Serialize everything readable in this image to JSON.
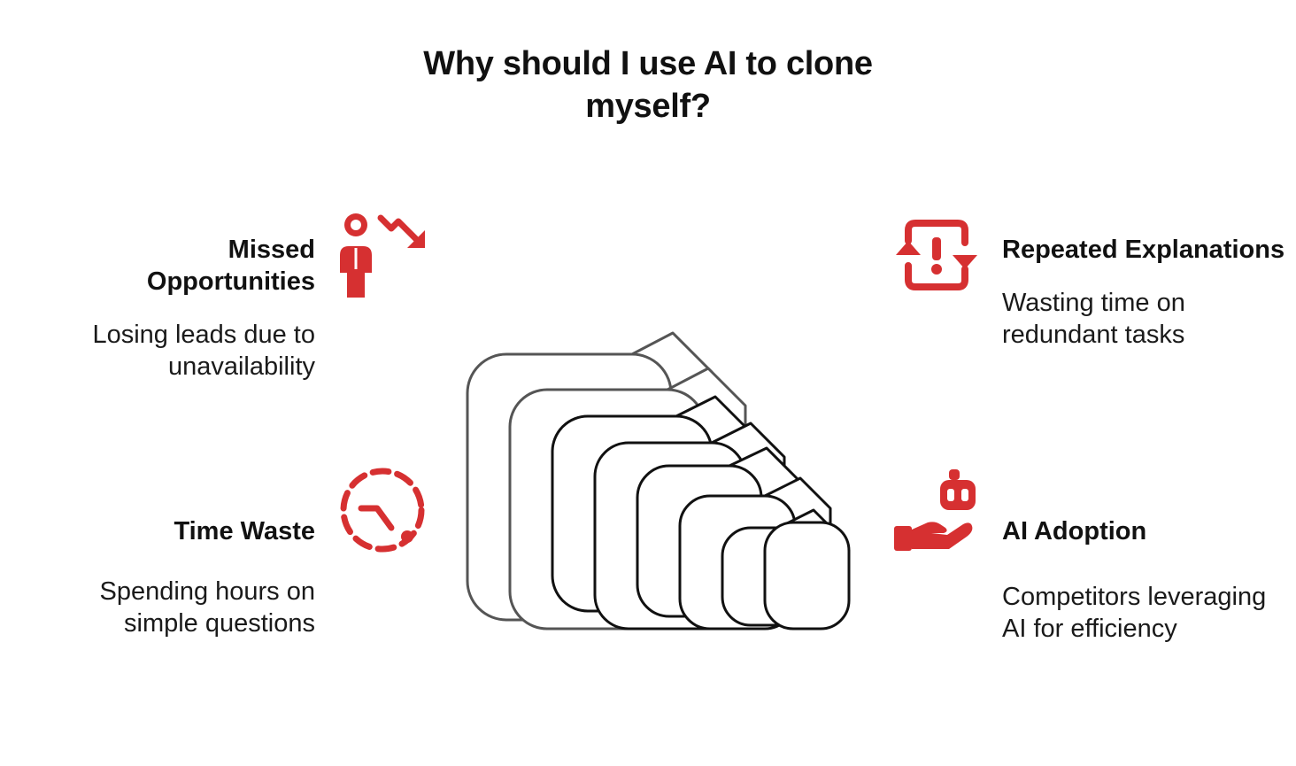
{
  "title": "Why should I use AI to clone myself?",
  "accent_color": "#d63031",
  "items": [
    {
      "heading": "Missed Opportunities",
      "description": "Losing leads due to unavailability",
      "icon": "person-downtrend-icon"
    },
    {
      "heading": "Time Waste",
      "description": "Spending hours on simple questions",
      "icon": "dashed-clock-icon"
    },
    {
      "heading": "Repeated Explanations",
      "description": "Wasting time on redundant tasks",
      "icon": "repeat-alert-icon"
    },
    {
      "heading": "AI Adoption",
      "description": "Competitors leveraging AI for efficiency",
      "icon": "robot-hand-icon"
    }
  ]
}
